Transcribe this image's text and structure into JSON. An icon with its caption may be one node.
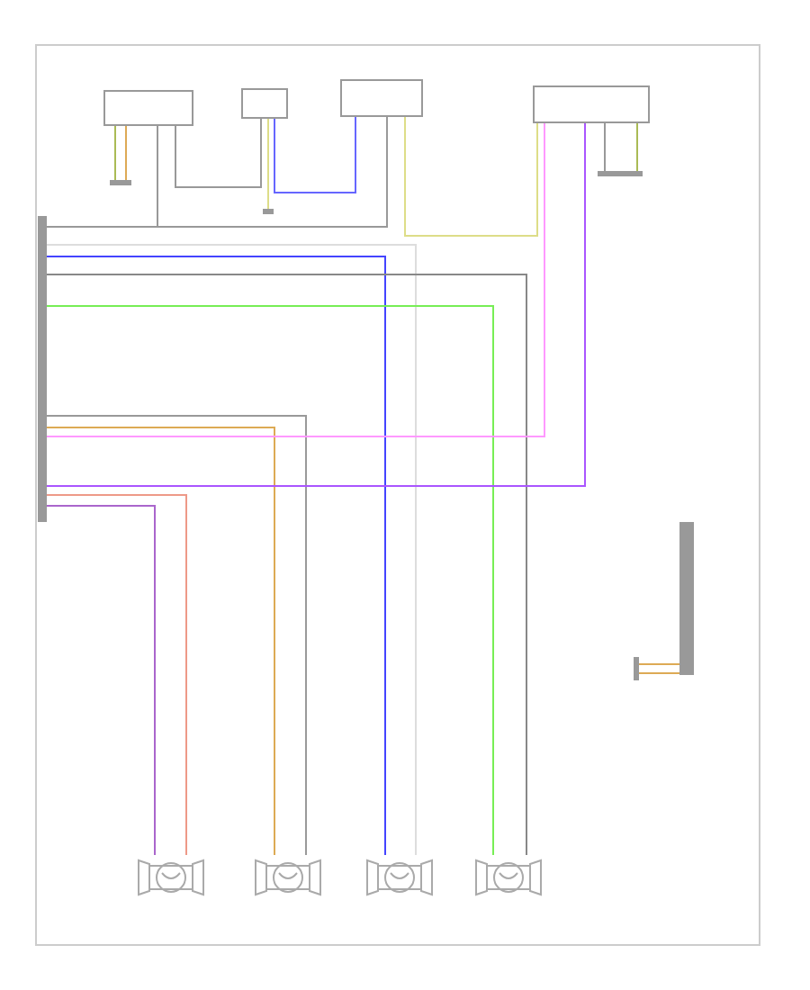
{
  "diagram": {
    "nodes": [
      {
        "text": [],
        "shape": "bar"
      },
      {
        "text": [],
        "shape": "box"
      },
      {
        "text": [],
        "shape": "box"
      },
      {
        "text": [],
        "shape": "box"
      },
      {
        "text": [],
        "shape": "box"
      },
      {
        "text": [],
        "shape": "bar"
      },
      {
        "text": [],
        "shape": "picture"
      },
      {
        "text": [],
        "shape": "picture"
      },
      {
        "text": [],
        "shape": "picture"
      },
      {
        "text": [],
        "shape": "picture"
      },
      {
        "text": [],
        "shape": "bar"
      },
      {
        "text": [],
        "shape": "bar"
      },
      {
        "text": [],
        "shape": "bar"
      },
      {
        "text": [],
        "shape": "bar"
      }
    ],
    "edges": [
      {
        "from": 0,
        "to": 1,
        "arrow": "none"
      },
      {
        "from": 0,
        "to": 3,
        "arrow": "none"
      },
      {
        "from": 1,
        "to": 2,
        "arrow": "none"
      },
      {
        "from": 2,
        "to": 3,
        "arrow": "none",
        "color": "#6666ff"
      },
      {
        "from": 3,
        "to": 4,
        "arrow": "none",
        "color": "#dddd88"
      },
      {
        "from": 0,
        "to": 8,
        "arrow": "none",
        "color": "#dddddd"
      },
      {
        "from": 0,
        "to": 8,
        "arrow": "none",
        "color": "#4444ff"
      },
      {
        "from": 0,
        "to": 9,
        "arrow": "none",
        "color": "#888888"
      },
      {
        "from": 0,
        "to": 9,
        "arrow": "none",
        "color": "#77ee55"
      },
      {
        "from": 0,
        "to": 7,
        "arrow": "none"
      },
      {
        "from": 0,
        "to": 7,
        "arrow": "none",
        "color": "#ddaa55"
      },
      {
        "from": 0,
        "to": 4,
        "arrow": "none",
        "color": "#ff99ff"
      },
      {
        "from": 0,
        "to": 4,
        "arrow": "none",
        "color": "#aa55ff"
      },
      {
        "from": 0,
        "to": 6,
        "arrow": "none",
        "color": "#ee9988"
      },
      {
        "from": 0,
        "to": 6,
        "arrow": "none",
        "color": "#aa66cc"
      },
      {
        "from": 1,
        "to": 10,
        "arrow": "none",
        "color": "#aabb55"
      },
      {
        "from": 1,
        "to": 10,
        "arrow": "none",
        "color": "#ddaa55"
      },
      {
        "from": 2,
        "to": 13,
        "arrow": "none",
        "color": "#dddd88"
      },
      {
        "from": 4,
        "to": 11,
        "arrow": "none"
      },
      {
        "from": 4,
        "to": 11,
        "arrow": "none",
        "color": "#aabb55"
      },
      {
        "from": 5,
        "to": 12,
        "arrow": "none",
        "color": "#ddaa55"
      },
      {
        "from": 5,
        "to": 12,
        "arrow": "none",
        "color": "#ddaa55"
      }
    ]
  }
}
